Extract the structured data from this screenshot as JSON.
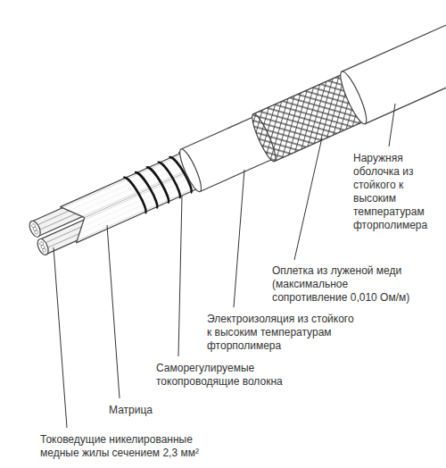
{
  "diagram": {
    "labels": [
      "Наружняя оболочка из стойкого к высоким температурам фторполимера",
      "Оплетка из луженой меди (максимальное сопротивление 0,010 Ом/м)",
      "Электроизоляция из стойкого к высоким температурам фторполимера",
      "Саморегулируемые токопроводящие волокна",
      "Матрица",
      "Токоведущие никелированные медные жилы сечением 2,3 мм²"
    ]
  }
}
